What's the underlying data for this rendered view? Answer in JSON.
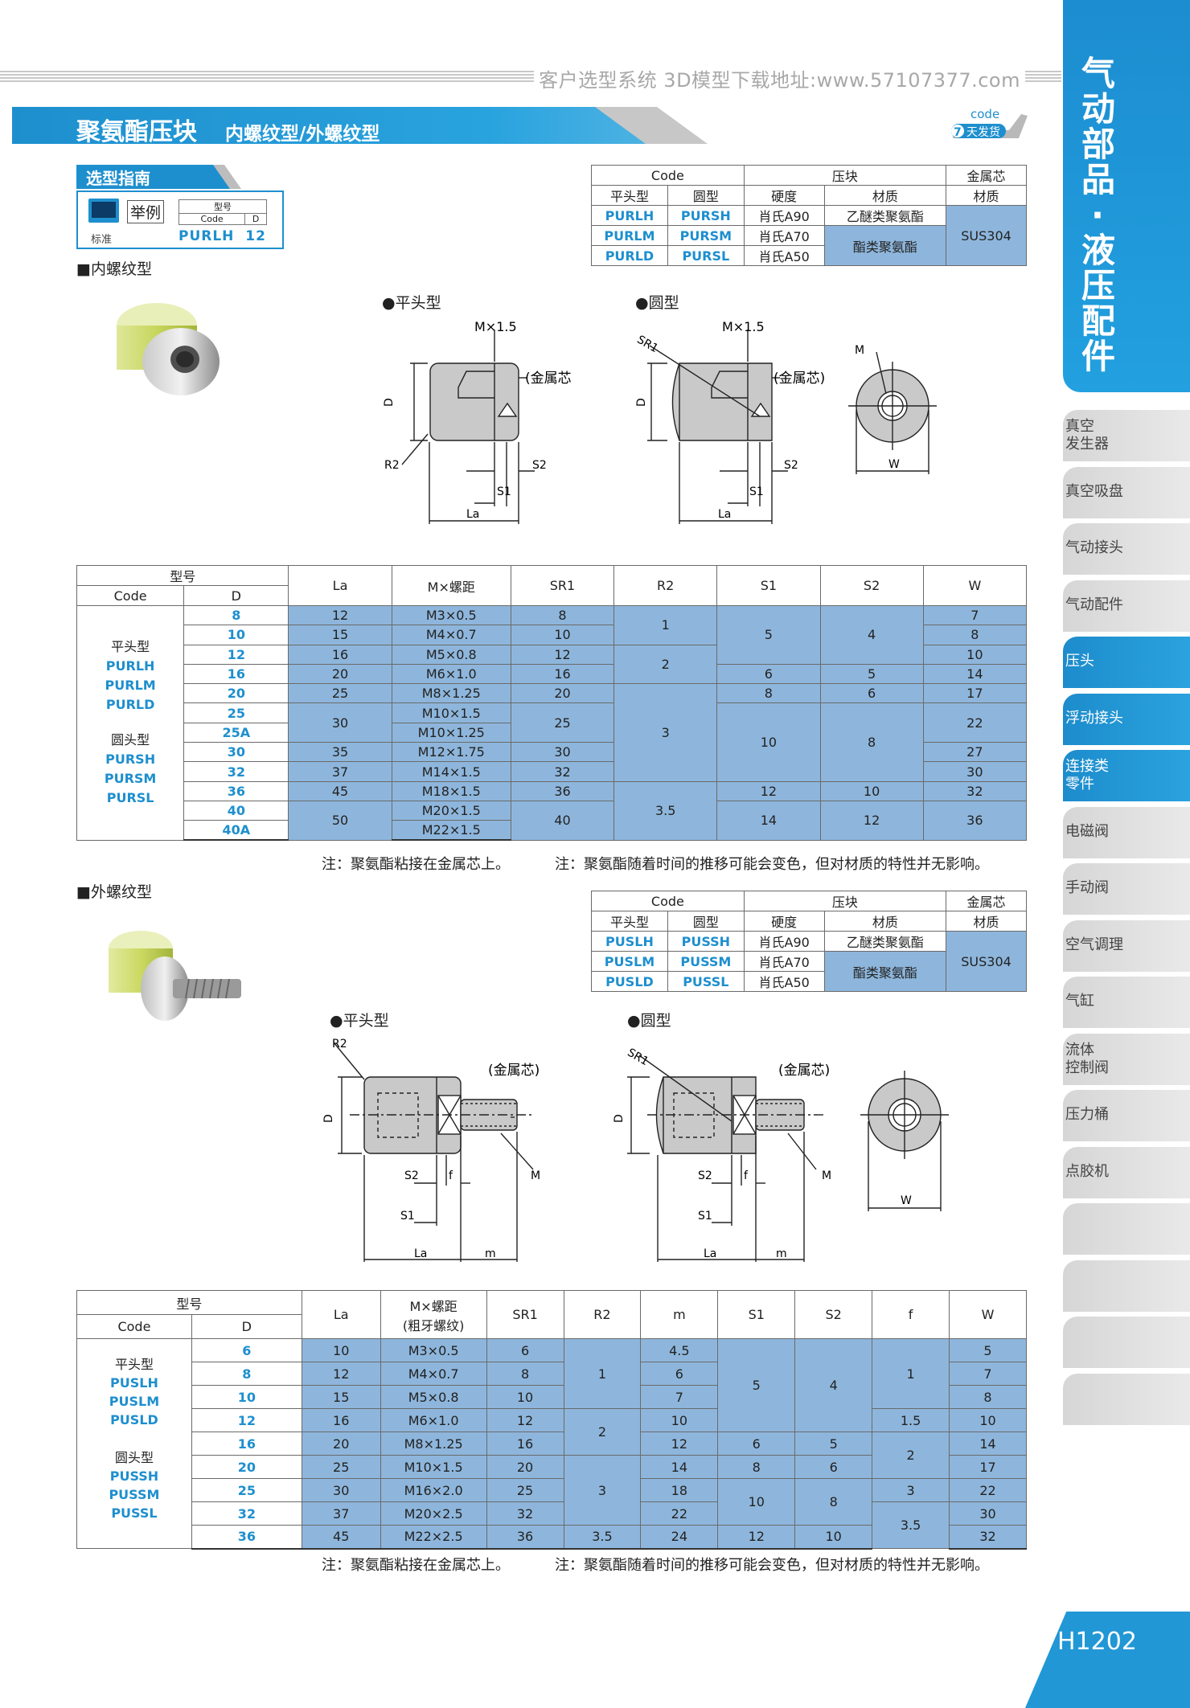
{
  "header": {
    "site_text": "客户选型系统 3D模型下载地址:www.57107377.com"
  },
  "title": {
    "main": "聚氨酯压块",
    "sub": "内螺纹型/外螺纹型"
  },
  "badge": {
    "code": "code",
    "days": "7",
    "days_text": "天发货"
  },
  "sidebar": {
    "title_chars": [
      "气",
      "动",
      "部",
      "品",
      "·",
      "液",
      "压",
      "配",
      "件"
    ],
    "items": [
      {
        "label_l1": "真空",
        "label_l2": "发生器",
        "active": false
      },
      {
        "label_l1": "真空吸盘",
        "label_l2": "",
        "active": false
      },
      {
        "label_l1": "气动接头",
        "label_l2": "",
        "active": false
      },
      {
        "label_l1": "气动配件",
        "label_l2": "",
        "active": false
      },
      {
        "label_l1": "压头",
        "label_l2": "",
        "active": true
      },
      {
        "label_l1": "浮动接头",
        "label_l2": "",
        "active": true
      },
      {
        "label_l1": "连接类",
        "label_l2": "零件",
        "active": true
      },
      {
        "label_l1": "电磁阀",
        "label_l2": "",
        "active": false
      },
      {
        "label_l1": "手动阀",
        "label_l2": "",
        "active": false
      },
      {
        "label_l1": "空气调理",
        "label_l2": "",
        "active": false
      },
      {
        "label_l1": "气缸",
        "label_l2": "",
        "active": false
      },
      {
        "label_l1": "流体",
        "label_l2": "控制阀",
        "active": false
      },
      {
        "label_l1": "压力桶",
        "label_l2": "",
        "active": false
      },
      {
        "label_l1": "点胶机",
        "label_l2": "",
        "active": false
      },
      {
        "label_l1": "",
        "label_l2": "",
        "active": false
      },
      {
        "label_l1": "",
        "label_l2": "",
        "active": false
      },
      {
        "label_l1": "",
        "label_l2": "",
        "active": false
      },
      {
        "label_l1": "",
        "label_l2": "",
        "active": false
      }
    ],
    "page_number": "H1202"
  },
  "guide": {
    "tab": "选型指南",
    "example": "举例",
    "standard": "标准",
    "model": "型号",
    "code": "Code",
    "d": "D",
    "value_code": "PURLH",
    "value_d": "12"
  },
  "section_internal": "■内螺纹型",
  "section_external": "■外螺纹型",
  "drawings": {
    "flat": "●平头型",
    "round": "●圆型",
    "metal_core": "(金属芯)",
    "m_pitch": "M×1.5",
    "labels": {
      "D": "D",
      "La": "La",
      "R2": "R2",
      "S1": "S1",
      "S2": "S2",
      "SR1": "SR1",
      "M": "M",
      "W": "W",
      "f": "f",
      "m": "m"
    }
  },
  "mat_table_1": {
    "h_code": "Code",
    "h_block": "压块",
    "h_core": "金属芯",
    "h_flat": "平头型",
    "h_round": "圆型",
    "h_hard": "硬度",
    "h_mat": "材质",
    "h_core_mat": "材质",
    "rows": [
      {
        "flat": "PURLH",
        "round": "PURSH",
        "hard": "肖氏A90"
      },
      {
        "flat": "PURLM",
        "round": "PURSM",
        "hard": "肖氏A70"
      },
      {
        "flat": "PURLD",
        "round": "PURSL",
        "hard": "肖氏A50"
      }
    ],
    "mat_1": "乙醚类聚氨酯",
    "mat_2": "酯类聚氨酯",
    "core": "SUS304"
  },
  "mat_table_2": {
    "h_code": "Code",
    "h_block": "压块",
    "h_core": "金属芯",
    "h_flat": "平头型",
    "h_round": "圆型",
    "h_hard": "硬度",
    "h_mat": "材质",
    "h_core_mat": "材质",
    "rows": [
      {
        "flat": "PUSLH",
        "round": "PUSSH",
        "hard": "肖氏A90"
      },
      {
        "flat": "PUSLM",
        "round": "PUSSM",
        "hard": "肖氏A70"
      },
      {
        "flat": "PUSLD",
        "round": "PUSSL",
        "hard": "肖氏A50"
      }
    ],
    "mat_1": "乙醚类聚氨酯",
    "mat_2": "酯类聚氨酯",
    "core": "SUS304"
  },
  "table_1": {
    "h_model": "型号",
    "h_code": "Code",
    "h_d": "D",
    "h_la": "La",
    "h_m": "M×螺距",
    "h_sr1": "SR1",
    "h_r2": "R2",
    "h_s1": "S1",
    "h_s2": "S2",
    "h_w": "W",
    "group_flat": "平头型",
    "group_round": "圆头型",
    "codes_flat": [
      "PURLH",
      "PURLM",
      "PURLD"
    ],
    "codes_round": [
      "PURSH",
      "PURSM",
      "PURSL"
    ],
    "d": [
      "8",
      "10",
      "12",
      "16",
      "20",
      "25",
      "25A",
      "30",
      "32",
      "36",
      "40",
      "40A"
    ],
    "la": [
      "12",
      "15",
      "16",
      "20",
      "25",
      "30",
      "35",
      "37",
      "45",
      "50"
    ],
    "m": [
      "M3×0.5",
      "M4×0.7",
      "M5×0.8",
      "M6×1.0",
      "M8×1.25",
      "M10×1.5",
      "M10×1.25",
      "M12×1.75",
      "M14×1.5",
      "M18×1.5",
      "M20×1.5",
      "M22×1.5"
    ],
    "sr1": [
      "8",
      "10",
      "12",
      "16",
      "20",
      "25",
      "30",
      "32",
      "36",
      "40"
    ],
    "r2": [
      "1",
      "2",
      "3",
      "3.5"
    ],
    "s1": [
      "5",
      "6",
      "8",
      "10",
      "12",
      "14"
    ],
    "s2": [
      "4",
      "5",
      "6",
      "8",
      "10",
      "12"
    ],
    "w": [
      "7",
      "8",
      "10",
      "14",
      "17",
      "22",
      "27",
      "30",
      "32",
      "36"
    ]
  },
  "table_2": {
    "h_model": "型号",
    "h_code": "Code",
    "h_d": "D",
    "h_la": "La",
    "h_m": "M×螺距",
    "h_m2": "(粗牙螺纹)",
    "h_sr1": "SR1",
    "h_r2": "R2",
    "h_mm": "m",
    "h_s1": "S1",
    "h_s2": "S2",
    "h_f": "f",
    "h_w": "W",
    "group_flat": "平头型",
    "group_round": "圆头型",
    "codes_flat": [
      "PUSLH",
      "PUSLM",
      "PUSLD"
    ],
    "codes_round": [
      "PUSSH",
      "PUSSM",
      "PUSSL"
    ],
    "d": [
      "6",
      "8",
      "10",
      "12",
      "16",
      "20",
      "25",
      "32",
      "36"
    ],
    "la": [
      "10",
      "12",
      "15",
      "16",
      "20",
      "25",
      "30",
      "37",
      "45"
    ],
    "m": [
      "M3×0.5",
      "M4×0.7",
      "M5×0.8",
      "M6×1.0",
      "M8×1.25",
      "M10×1.5",
      "M16×2.0",
      "M20×2.5",
      "M22×2.5"
    ],
    "sr1": [
      "6",
      "8",
      "10",
      "12",
      "16",
      "20",
      "25",
      "32",
      "36"
    ],
    "r2": [
      "1",
      "2",
      "3",
      "3.5"
    ],
    "mm": [
      "4.5",
      "6",
      "7",
      "10",
      "12",
      "14",
      "18",
      "22",
      "24"
    ],
    "s1": [
      "5",
      "6",
      "8",
      "10",
      "12"
    ],
    "s2": [
      "4",
      "5",
      "6",
      "8",
      "10"
    ],
    "f": [
      "1",
      "1.5",
      "2",
      "3",
      "3.5"
    ],
    "w": [
      "5",
      "7",
      "8",
      "10",
      "14",
      "17",
      "22",
      "30",
      "32"
    ]
  },
  "notes": {
    "n1": "注：聚氨酯粘接在金属芯上。",
    "n2": "注：聚氨酯随着时间的推移可能会变色，但对材质的特性并无影响。"
  },
  "colors": {
    "brand_blue": "#1e8fce",
    "cell_blue": "#8eb6dc",
    "code_blue": "#1e8fce"
  }
}
